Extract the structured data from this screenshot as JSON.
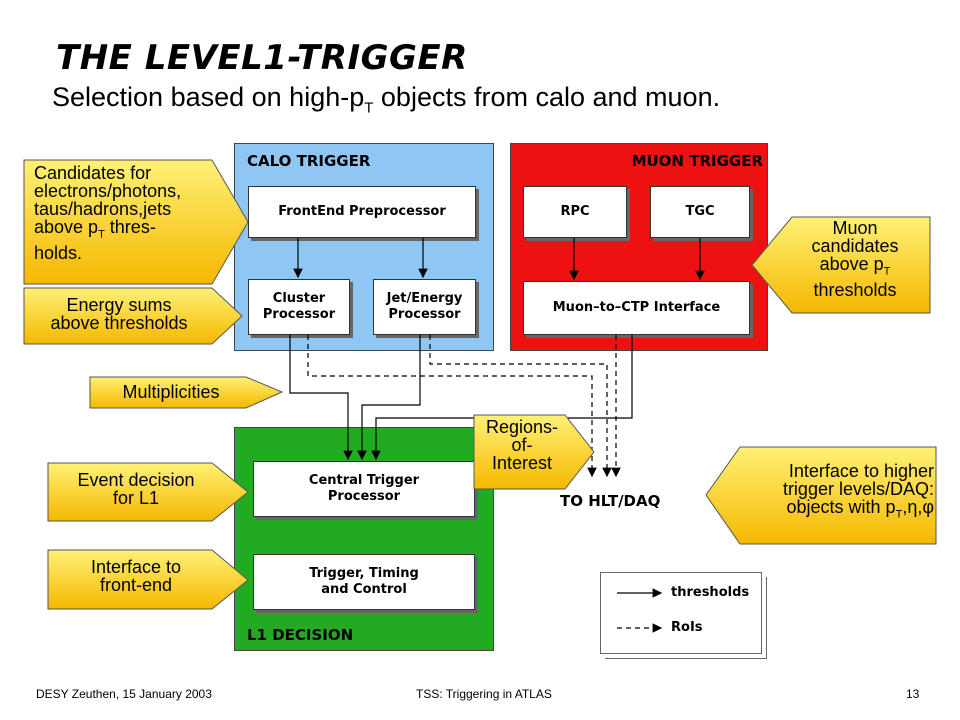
{
  "title": "THE LEVEL1-TRIGGER",
  "subtitle": {
    "text": "Selection based on high-p",
    "sub": "T",
    "rest": " objects from calo and muon."
  },
  "colors": {
    "calo": "#8ec6f4",
    "muon": "#ee1111",
    "l1": "#22aa22",
    "callout_top": "#fff176",
    "callout_bottom": "#f5b800"
  },
  "calo_panel": {
    "title": "CALO TRIGGER",
    "frontend": "FrontEnd Preprocessor",
    "cluster": "Cluster\nProcessor",
    "jet": "Jet/Energy\nProcessor"
  },
  "muon_panel": {
    "title": "MUON TRIGGER",
    "rpc": "RPC",
    "tgc": "TGC",
    "ctp_interface": "Muon–to–CTP Interface"
  },
  "l1_panel": {
    "title": "L1 DECISION",
    "ctp": "Central Trigger\nProcessor",
    "ttc": "Trigger, Timing\nand Control"
  },
  "hlt_label": "TO HLT/DAQ",
  "legend": {
    "solid": "thresholds",
    "dashed": "RoIs"
  },
  "callouts": {
    "candidates": {
      "pre": "Candidates for\nelectrons/photons,\ntaus/hadrons,jets\nabove p",
      "sub": "T",
      "post": " thres-\nholds."
    },
    "energy": "Energy sums\nabove thresholds",
    "multiplicities": "Multiplicities",
    "event": "Event decision\nfor L1",
    "frontend": "Interface to\nfront-end",
    "muon": {
      "pre": "Muon\ncandidates\nabove p",
      "sub": "T",
      "post": "\nthresholds"
    },
    "roi": "Regions-\nof-\nInterest",
    "hlt": {
      "pre": "Interface to higher\ntrigger levels/DAQ:\nobjects with p",
      "sub": "T",
      "post": ",η,φ"
    }
  },
  "footer": {
    "left": "DESY Zeuthen, 15 January 2003",
    "center": "TSS: Triggering in ATLAS",
    "right": "13"
  }
}
